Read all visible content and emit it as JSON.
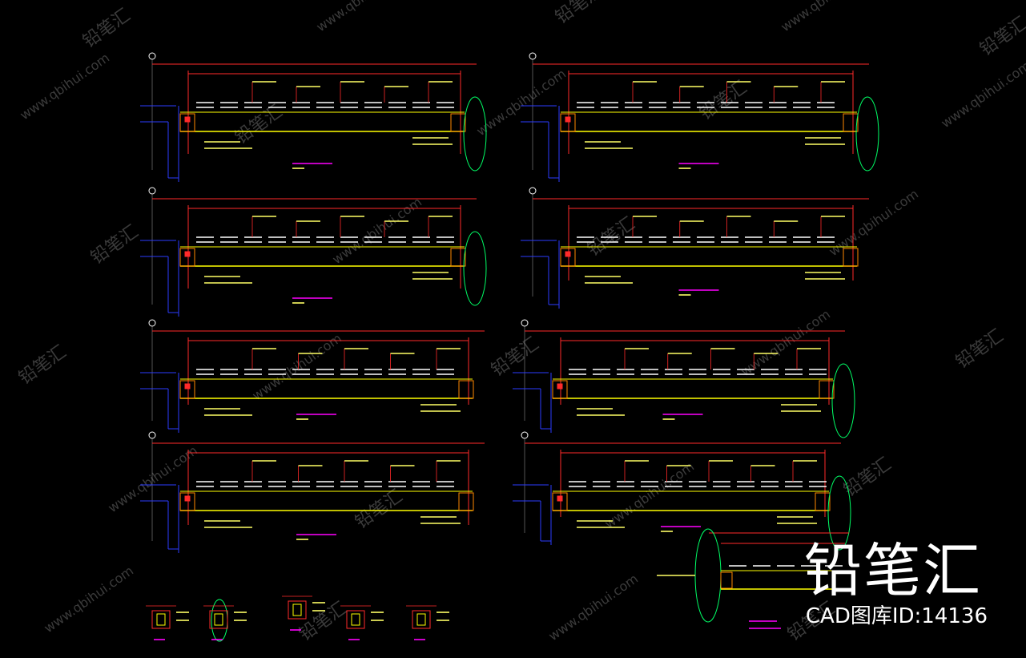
{
  "watermark": {
    "cn": "铅笔汇",
    "url": "www.qbihui.com"
  },
  "brand": {
    "logo_text": "铅笔汇",
    "id_text": "CAD图库ID:14136"
  },
  "colors": {
    "background": "#000000",
    "beam": "#ffff00",
    "dimension": "#ff2a2a",
    "column": "#00ff66",
    "structure": "#2b3cff",
    "grating": "#ffffff",
    "label": "#ff00ff",
    "note": "#ffff66",
    "bracket": "#ff8800"
  }
}
